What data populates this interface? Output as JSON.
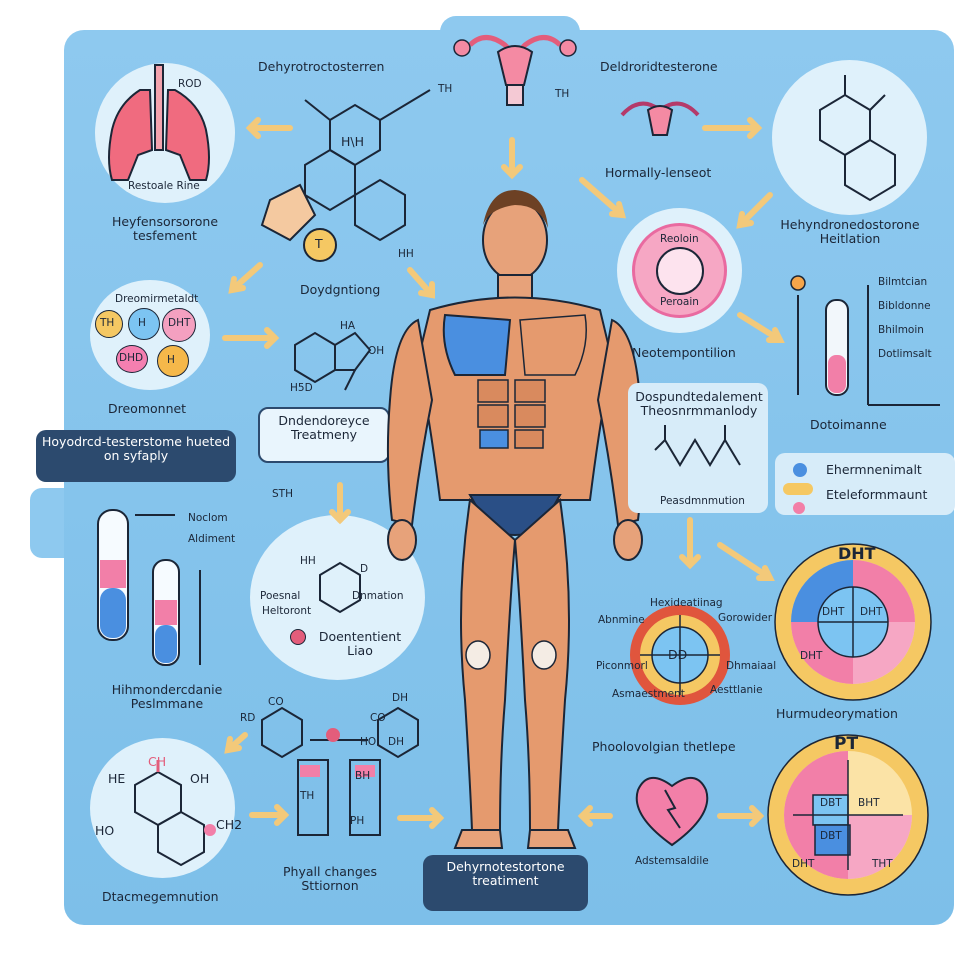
{
  "labels": {
    "top_left_title": "Dehyrotroctosterren",
    "top_right_title": "Deldroridtesterone",
    "th_top": "TH",
    "th_top_right": "TH",
    "lung_rod": "ROD",
    "lung_caption": "Restoale Rine",
    "left_hex_title": "Heyfensorsorone tesfement",
    "mol_center_label": "Doydgntiong",
    "mol_hh": "H\\H",
    "mol_t": "T",
    "mol_hh_side": "HH",
    "uterus_caption": "Hormally-lenseot",
    "molecule_right_title": "Hehyndronedostorone Heitlation",
    "pink_circle_top": "Reoloin",
    "pink_circle_bottom": "Peroain",
    "pink_caption": "Neotempontilion",
    "tube_right_items": [
      "Bilmtcian",
      "Bibldonne",
      "Bhilmoin",
      "Dotlimsalt"
    ],
    "tube_right_caption": "Dotoimanne",
    "balls_title": "Dreomirmetaldt",
    "balls_caption": "Dreomonnet",
    "ball_labels": [
      "TH",
      "H",
      "DHT",
      "DHD",
      "H"
    ],
    "benzene_ha": "HA",
    "benzene_oh": "OH",
    "benzene_h5d": "H5D",
    "dark_box": "Dndendoreyce Treatmeny",
    "left_bar": "Hoyodrcd-testerstome hueted on syfaply",
    "tube_left_items": [
      "Noclom",
      "Aldiment"
    ],
    "tube_left_caption": "Hihmondercdanie Peslmmane",
    "bottom_left_mol_caption": "Dtacmegemnution",
    "center_circle_sth": "STH",
    "center_circle_hh": "HH",
    "center_circle_d": "D",
    "center_circle_text1": "Poesnal",
    "center_circle_text2": "Heltoront",
    "center_circle_text3": "Dnmation",
    "center_circle_legend": "Doententient Liao",
    "physical_caption": "Phyall changes Sttiornon",
    "bottom_dark_box": "Dehyrnotestortone treatiment",
    "panel_title": "Dospundtedalement Theosnrmmanlody",
    "panel_bottom": "Peasdmnmution",
    "legend_items": [
      "Ehermnenimalt",
      "Eteleformmaunt"
    ],
    "dht_pie_title": "DHT",
    "dht_pie_labels": [
      "DHT",
      "DHT",
      "DHT"
    ],
    "dht_caption": "Hurmudeorymation",
    "cycle_labels": [
      "Hexideatiinag",
      "Gorowider",
      "Abnmine",
      "Dhmaiaal",
      "Piconmorl",
      "Aesttlanie",
      "Asmaestment"
    ],
    "cycle_center": "DD",
    "cycle_caption": "Phoolovolgian thetlepe",
    "heart_caption": "Adstemsaldile",
    "pt_pie_title": "PT",
    "pt_pie_labels": [
      "DBT",
      "BHT",
      "DBT",
      "DHT",
      "THT"
    ],
    "mol_bl_labels": [
      "HE",
      "CH",
      "OH",
      "HO",
      "CH2"
    ],
    "mol_bc_labels": [
      "RD",
      "CO",
      "DH",
      "CO",
      "DH",
      "HO",
      "BH",
      "TH",
      "PH"
    ]
  },
  "colors": {
    "board": "#8ec9ef",
    "arrow": "#f3c97a",
    "dark": "#2c4a6e",
    "pink": "#f27fa8",
    "blue": "#4a8fe0",
    "yellow": "#f5c863",
    "orange": "#f39a4c"
  },
  "icons": [
    "lungs-icon",
    "uterus-icon",
    "heart-icon",
    "test-tube-icon",
    "human-figure-icon"
  ]
}
